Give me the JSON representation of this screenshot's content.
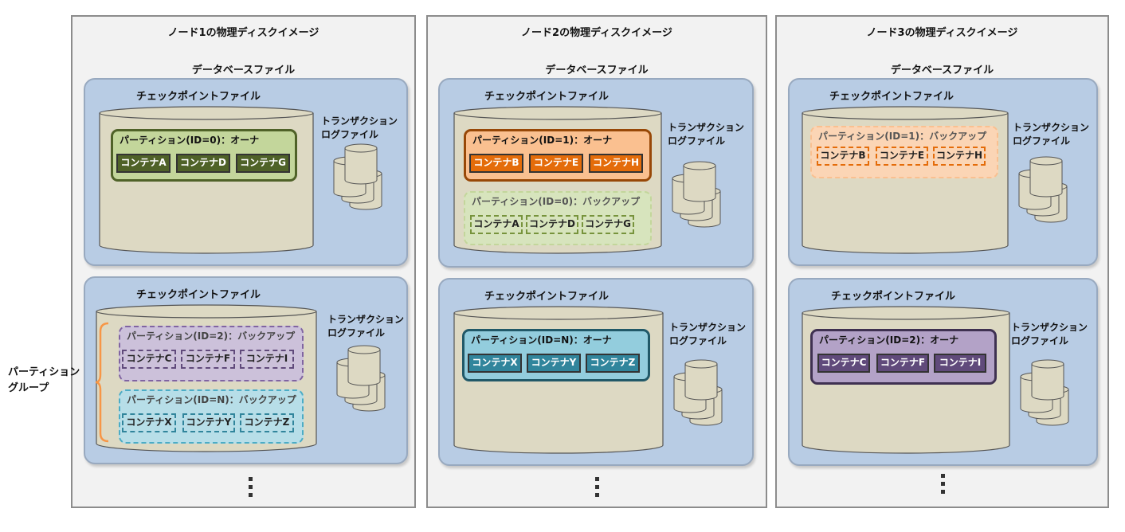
{
  "nodes": [
    {
      "title": "ノード1の物理ディスクイメージ",
      "db_label": "データベースファイル",
      "checkpoints": [
        {
          "title": "チェックポイントファイル",
          "tlog_label": [
            "トランザクション",
            "ログファイル"
          ],
          "partitions": [
            {
              "label": "パーティション(ID=0)：オーナ",
              "role": "owner",
              "containers": [
                "コンテナA",
                "コンテナD",
                "コンテナG"
              ]
            }
          ]
        },
        {
          "title": "チェックポイントファイル",
          "tlog_label": [
            "トランザクション",
            "ログファイル"
          ],
          "partitions": [
            {
              "label": "パーティション(ID=2)：バックアップ",
              "role": "backup",
              "containers": [
                "コンテナC",
                "コンテナF",
                "コンテナI"
              ]
            },
            {
              "label": "パーティション(ID=N)：バックアップ",
              "role": "backup",
              "containers": [
                "コンテナX",
                "コンテナY",
                "コンテナZ"
              ]
            }
          ]
        }
      ]
    },
    {
      "title": "ノード2の物理ディスクイメージ",
      "db_label": "データベースファイル",
      "checkpoints": [
        {
          "title": "チェックポイントファイル",
          "tlog_label": [
            "トランザクション",
            "ログファイル"
          ],
          "partitions": [
            {
              "label": "パーティション(ID=1)：オーナ",
              "role": "owner",
              "containers": [
                "コンテナB",
                "コンテナE",
                "コンテナH"
              ]
            },
            {
              "label": "パーティション(ID=0)：バックアップ",
              "role": "backup",
              "containers": [
                "コンテナA",
                "コンテナD",
                "コンテナG"
              ]
            }
          ]
        },
        {
          "title": "チェックポイントファイル",
          "tlog_label": [
            "トランザクション",
            "ログファイル"
          ],
          "partitions": [
            {
              "label": "パーティション(ID=N)：オーナ",
              "role": "owner",
              "containers": [
                "コンテナX",
                "コンテナY",
                "コンテナZ"
              ]
            }
          ]
        }
      ]
    },
    {
      "title": "ノード3の物理ディスクイメージ",
      "db_label": "データベースファイル",
      "checkpoints": [
        {
          "title": "チェックポイントファイル",
          "tlog_label": [
            "トランザクション",
            "ログファイル"
          ],
          "partitions": [
            {
              "label": "パーティション(ID=1)：バックアップ",
              "role": "backup",
              "containers": [
                "コンテナB",
                "コンテナE",
                "コンテナH"
              ]
            }
          ]
        },
        {
          "title": "チェックポイントファイル",
          "tlog_label": [
            "トランザクション",
            "ログファイル"
          ],
          "partitions": [
            {
              "label": "パーティション(ID=2)：オーナ",
              "role": "owner",
              "containers": [
                "コンテナC",
                "コンテナF",
                "コンテナI"
              ]
            }
          ]
        }
      ]
    }
  ],
  "partition_group_label": [
    "パーティション",
    "グループ"
  ],
  "colors": {
    "panel_fill": "#b8cce4",
    "cylinder_fill": "#ddd9c3",
    "id0": {
      "owner_fill": "#c3d69b",
      "owner_container": "#4f6228",
      "backup_fill": "#d7e4bd",
      "backup_border": "#77933c"
    },
    "id1": {
      "owner_fill": "#fac090",
      "owner_container": "#e46c0a",
      "backup_fill": "#fbd5b5",
      "backup_border": "#f79646"
    },
    "id2": {
      "owner_fill": "#b3a2c7",
      "owner_container": "#604a7b",
      "backup_fill": "#ccc1da",
      "backup_border": "#604a7b"
    },
    "idN": {
      "owner_fill": "#93cddd",
      "owner_container": "#31859c",
      "backup_fill": "#b7dee8",
      "backup_border": "#31859c"
    },
    "bracket": "#f79646"
  }
}
